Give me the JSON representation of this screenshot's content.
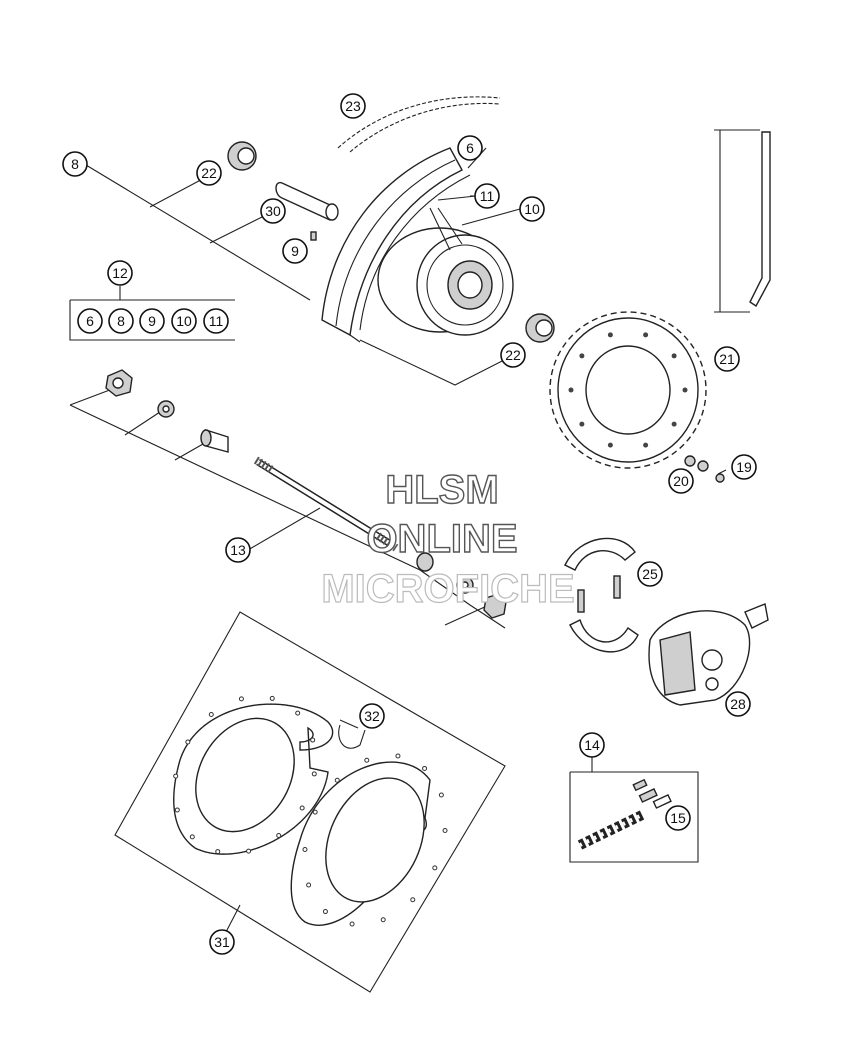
{
  "watermark": {
    "line1": "HLSM",
    "line2": "ONLINE",
    "line3": "MICROFICHE"
  },
  "callouts": {
    "c23": "23",
    "c6": "6",
    "c8": "8",
    "c22a": "22",
    "c11": "11",
    "c10": "10",
    "c30": "30",
    "c9": "9",
    "c12": "12",
    "g6": "6",
    "g8": "8",
    "g9": "9",
    "g10": "10",
    "g11": "11",
    "c22b": "22",
    "c21": "21",
    "c19": "19",
    "c20": "20",
    "c13": "13",
    "c25": "25",
    "c28": "28",
    "c32": "32",
    "c14": "14",
    "c15": "15",
    "c31": "31"
  }
}
